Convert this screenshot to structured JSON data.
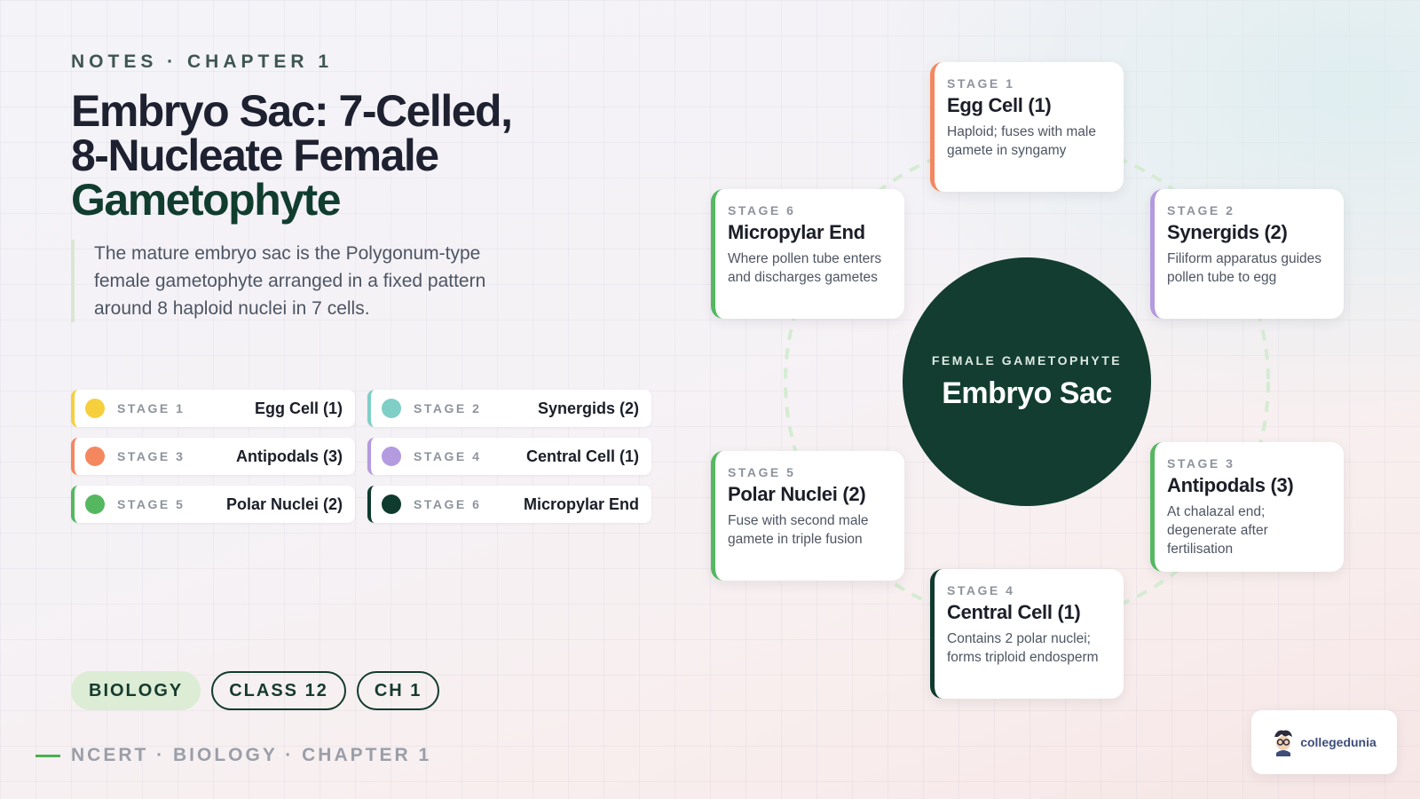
{
  "header": {
    "eyebrow": "NOTES · CHAPTER 1",
    "title_line1": "Embryo Sac: 7-Celled,",
    "title_line2": "8-Nucleate Female",
    "title_accent": "Gametophyte",
    "lede": "The mature embryo sac is the Polygonum-type female gametophyte arranged in a fixed pattern around 8 haploid nuclei in 7 cells."
  },
  "legend": [
    {
      "stage": "STAGE 1",
      "name": "Egg Cell (1)",
      "color": "#f6cf3c"
    },
    {
      "stage": "STAGE 2",
      "name": "Synergids (2)",
      "color": "#7fcfc6"
    },
    {
      "stage": "STAGE 3",
      "name": "Antipodals (3)",
      "color": "#f5875f"
    },
    {
      "stage": "STAGE 4",
      "name": "Central Cell (1)",
      "color": "#b49ade"
    },
    {
      "stage": "STAGE 5",
      "name": "Polar Nuclei (2)",
      "color": "#55b861"
    },
    {
      "stage": "STAGE 6",
      "name": "Micropylar End",
      "color": "#0f3b2e"
    }
  ],
  "pills": [
    "BIOLOGY",
    "CLASS 12",
    "CH 1"
  ],
  "footer": "NCERT · BIOLOGY · CHAPTER 1",
  "hub": {
    "label": "FEMALE GAMETOPHYTE",
    "title": "Embryo Sac"
  },
  "cards": [
    {
      "stage": "STAGE 1",
      "name": "Egg Cell (1)",
      "desc": "Haploid; fuses with male gamete in syngamy",
      "color": "#f5875f"
    },
    {
      "stage": "STAGE 2",
      "name": "Synergids (2)",
      "desc": "Filiform apparatus guides pollen tube to egg",
      "color": "#b49ade"
    },
    {
      "stage": "STAGE 3",
      "name": "Antipodals (3)",
      "desc": "At chalazal end; degenerate after fertilisation",
      "color": "#55b861"
    },
    {
      "stage": "STAGE 4",
      "name": "Central Cell (1)",
      "desc": "Contains 2 polar nuclei; forms triploid endosperm",
      "color": "#0f3b2e"
    },
    {
      "stage": "STAGE 5",
      "name": "Polar Nuclei (2)",
      "desc": "Fuse with second male gamete in triple fusion",
      "color": "#55b861"
    },
    {
      "stage": "STAGE 6",
      "name": "Micropylar End",
      "desc": "Where pollen tube enters and discharges gametes",
      "color": "#55b861"
    }
  ],
  "logo": {
    "text": "collegedunia",
    "icon": "mascot-icon"
  },
  "colors": {
    "accent_dark": "#123d30",
    "accent_green": "#4caf50",
    "pill_fill": "#dcecd5"
  }
}
